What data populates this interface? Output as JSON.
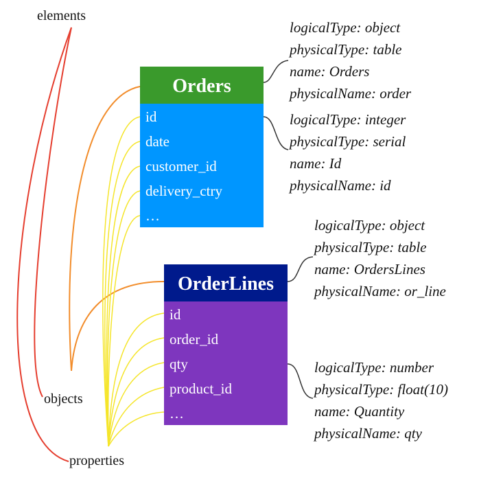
{
  "labels": {
    "elements": "elements",
    "objects": "objects",
    "properties": "properties"
  },
  "tables": [
    {
      "name": "Orders",
      "header_color": "#3a9a2c",
      "body_color": "#0096ff",
      "rows": [
        "id",
        "date",
        "customer_id",
        "delivery_ctry",
        "…"
      ]
    },
    {
      "name": "OrderLines",
      "header_color": "#001a8c",
      "body_color": "#7e36be",
      "rows": [
        "id",
        "order_id",
        "qty",
        "product_id",
        "…"
      ]
    }
  ],
  "annotations": [
    [
      "logicalType: object",
      "physicalType: table",
      "name: Orders",
      "physicalName: order"
    ],
    [
      "logicalType: integer",
      "physicalType: serial",
      "name: Id",
      "physicalName:  id"
    ],
    [
      "logicalType: object",
      "physicalType: table",
      "name: OrdersLines",
      "physicalName: or_line"
    ],
    [
      "logicalType: number",
      "physicalType: float(10)",
      "name: Quantity",
      "physicalName:  qty"
    ]
  ],
  "colors": {
    "elements_link": "#e53d2e",
    "objects_link": "#f28c2a",
    "properties_link": "#f5e52a",
    "bracket": "#333333"
  }
}
